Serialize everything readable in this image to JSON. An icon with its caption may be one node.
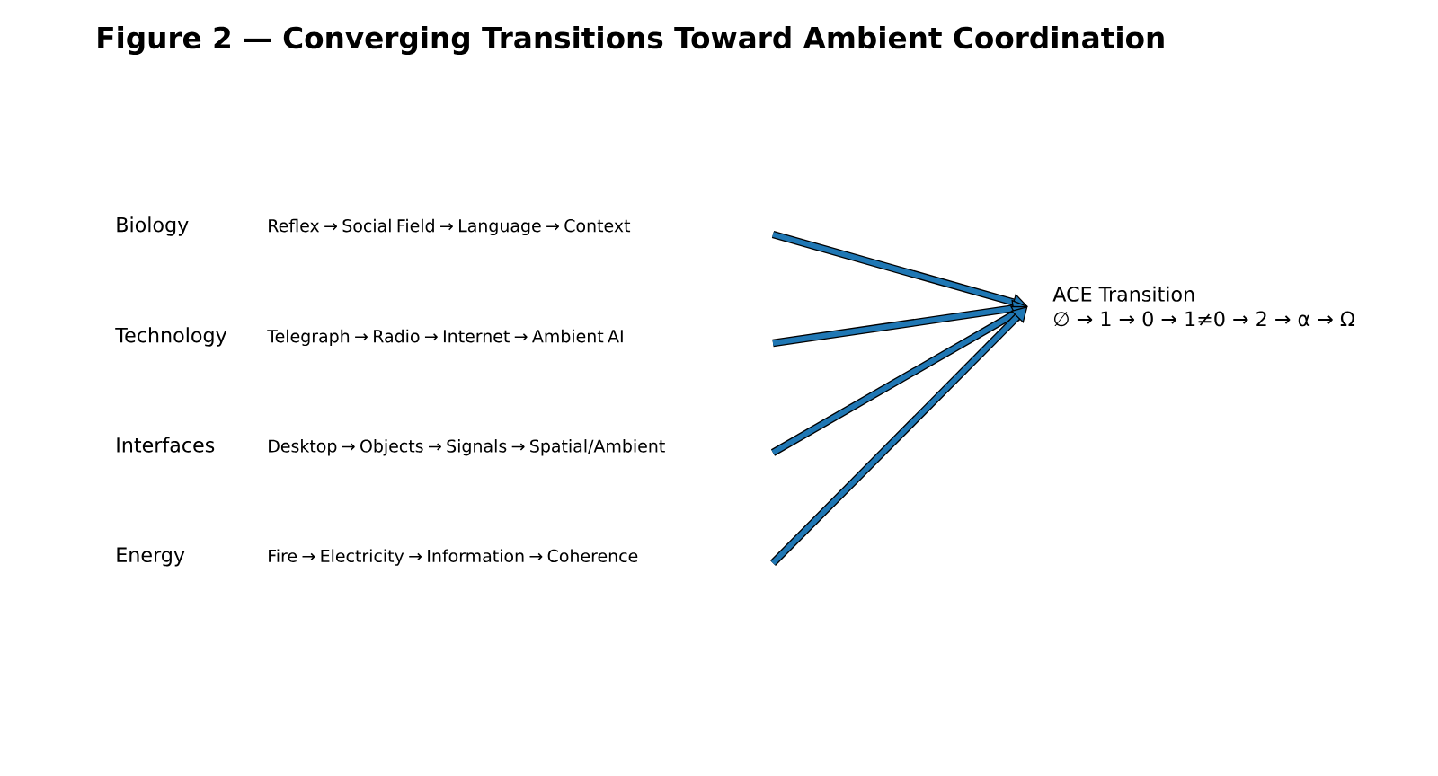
{
  "diagram": {
    "title": "Figure 2 — Converging Transitions Toward Ambient Coordination",
    "nodes": [
      {
        "text": [
          "Biology",
          "Reflex → Social Field → Language → Context"
        ]
      },
      {
        "text": [
          "Technology",
          "Telegraph → Radio → Internet → Ambient AI"
        ]
      },
      {
        "text": [
          "Interfaces",
          "Desktop → Objects → Signals → Spatial/Ambient"
        ]
      },
      {
        "text": [
          "Energy",
          "Fire → Electricity → Information → Coherence"
        ]
      },
      {
        "text": [
          "ACE Transition",
          "∅ → 1 → 0 → 1≠0 → 2 → α → Ω"
        ]
      }
    ],
    "edges": [
      {
        "from": null,
        "to": 4,
        "arrow": "to"
      },
      {
        "from": null,
        "to": 4,
        "arrow": "to"
      },
      {
        "from": null,
        "to": 4,
        "arrow": "to"
      },
      {
        "from": null,
        "to": 4,
        "arrow": "to"
      }
    ]
  }
}
